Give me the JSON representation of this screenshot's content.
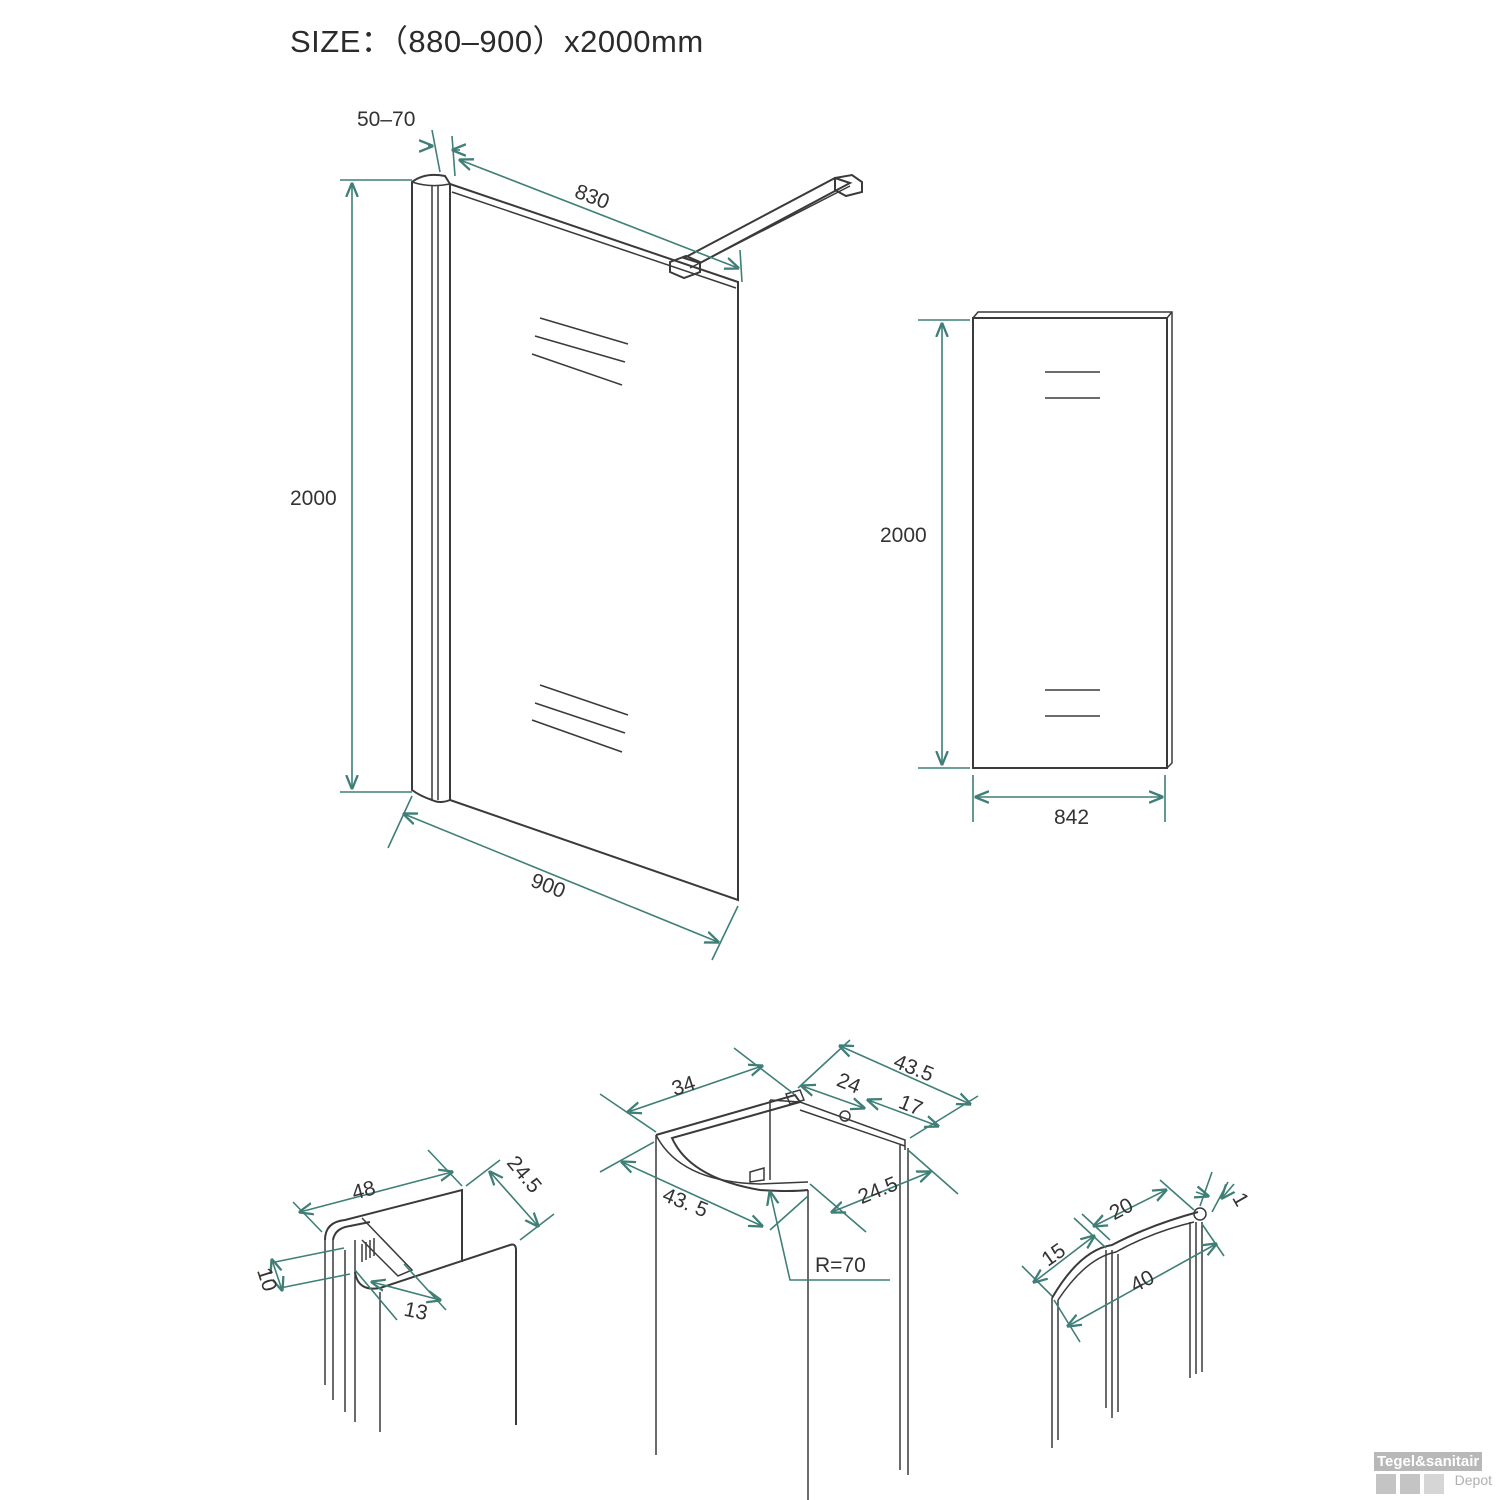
{
  "title": "SIZE：（880–900）x2000mm",
  "main_view": {
    "dim_wall_profile": "50–70",
    "dim_top_glass": "830",
    "dim_height": "2000",
    "dim_bottom_width": "900"
  },
  "side_view": {
    "dim_height": "2000",
    "dim_width": "842"
  },
  "profile_left": {
    "dim_48": "48",
    "dim_24_5": "24.5",
    "dim_10": "10",
    "dim_13": "13"
  },
  "profile_center": {
    "dim_34": "34",
    "dim_43_5_top": "43.5",
    "dim_24": "24",
    "dim_17": "17",
    "dim_43_5_bottom": "43. 5",
    "dim_24_5": "24.5",
    "radius": "R=70"
  },
  "profile_right": {
    "dim_15": "15",
    "dim_20": "20",
    "dim_1": "1",
    "dim_40": "40"
  },
  "logo": {
    "brand": "Tegel&sanitair",
    "sub": "Depot"
  },
  "colors": {
    "dimension_line": "#3f7f77",
    "outline": "#3a3a3a"
  }
}
